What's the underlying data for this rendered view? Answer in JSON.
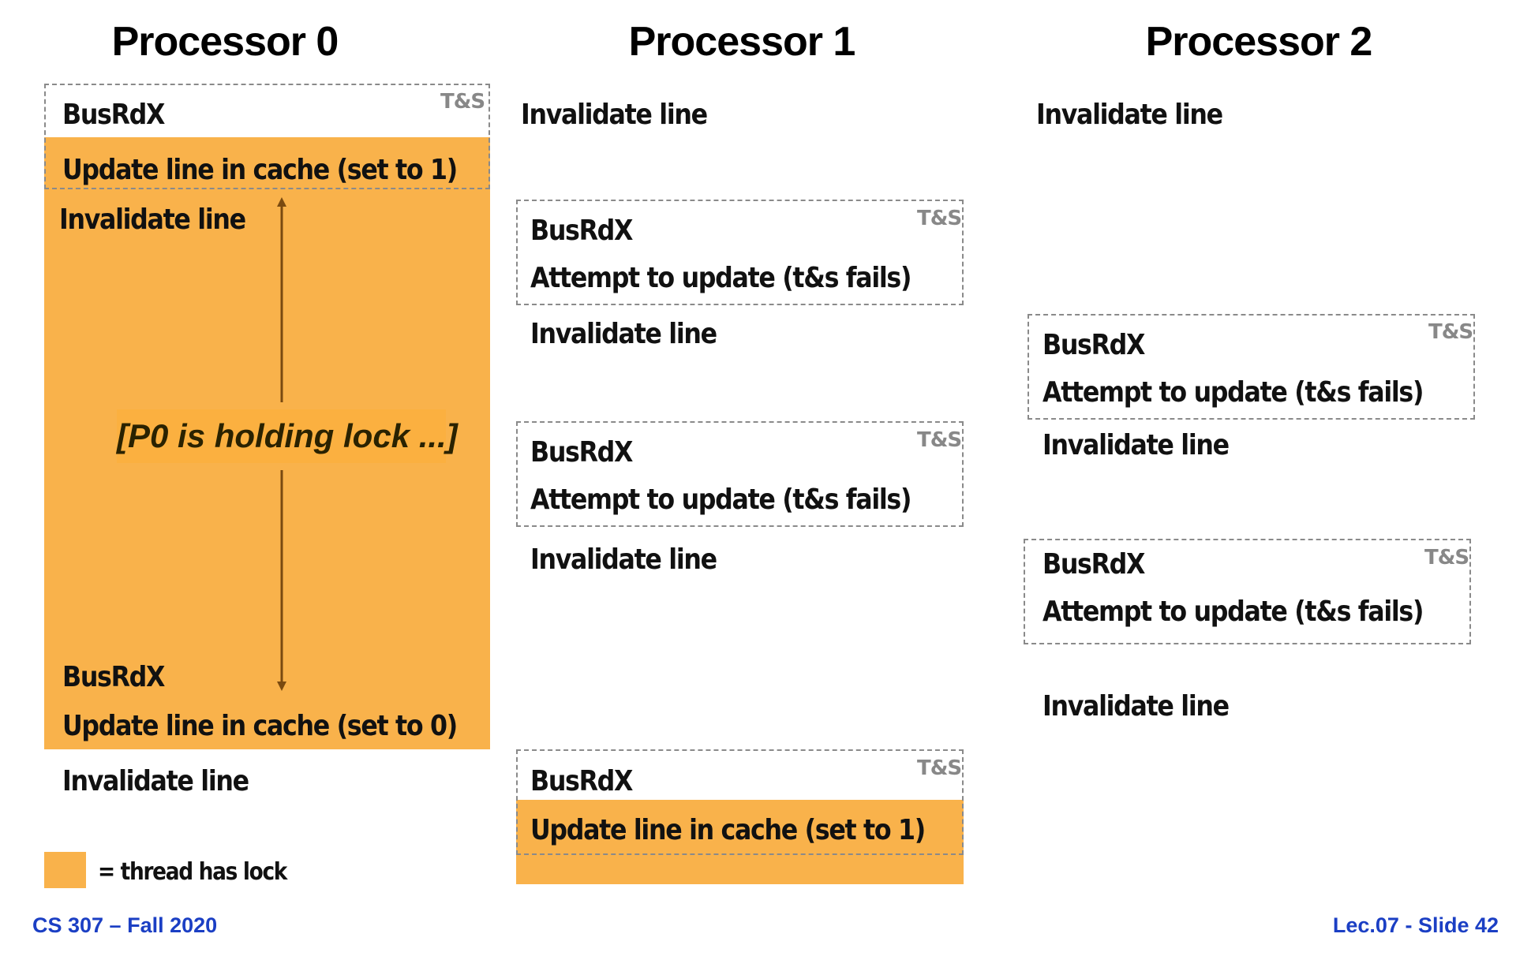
{
  "processors": {
    "p0": {
      "title": "Processor 0"
    },
    "p1": {
      "title": "Processor 1"
    },
    "p2": {
      "title": "Processor 2"
    }
  },
  "labels": {
    "busrdx": "BusRdX",
    "tas": "T&S",
    "invalidate": "Invalidate line",
    "update_set1": "Update line in cache (set to 1)",
    "update_set0": "Update line in cache (set to 0)",
    "attempt_fail": "Attempt to update (t&s fails)",
    "holding_lock": "[P0 is holding lock ...]"
  },
  "legend": {
    "text": "= thread has lock",
    "color": "#f9b24b"
  },
  "footer": {
    "course": "CS 307 – Fall 2020",
    "slide": "Lec.07 -  Slide 42"
  },
  "colors": {
    "lock": "#f9b24b",
    "footer": "#1b3fc4",
    "dashed_border": "#8a8a8a"
  }
}
